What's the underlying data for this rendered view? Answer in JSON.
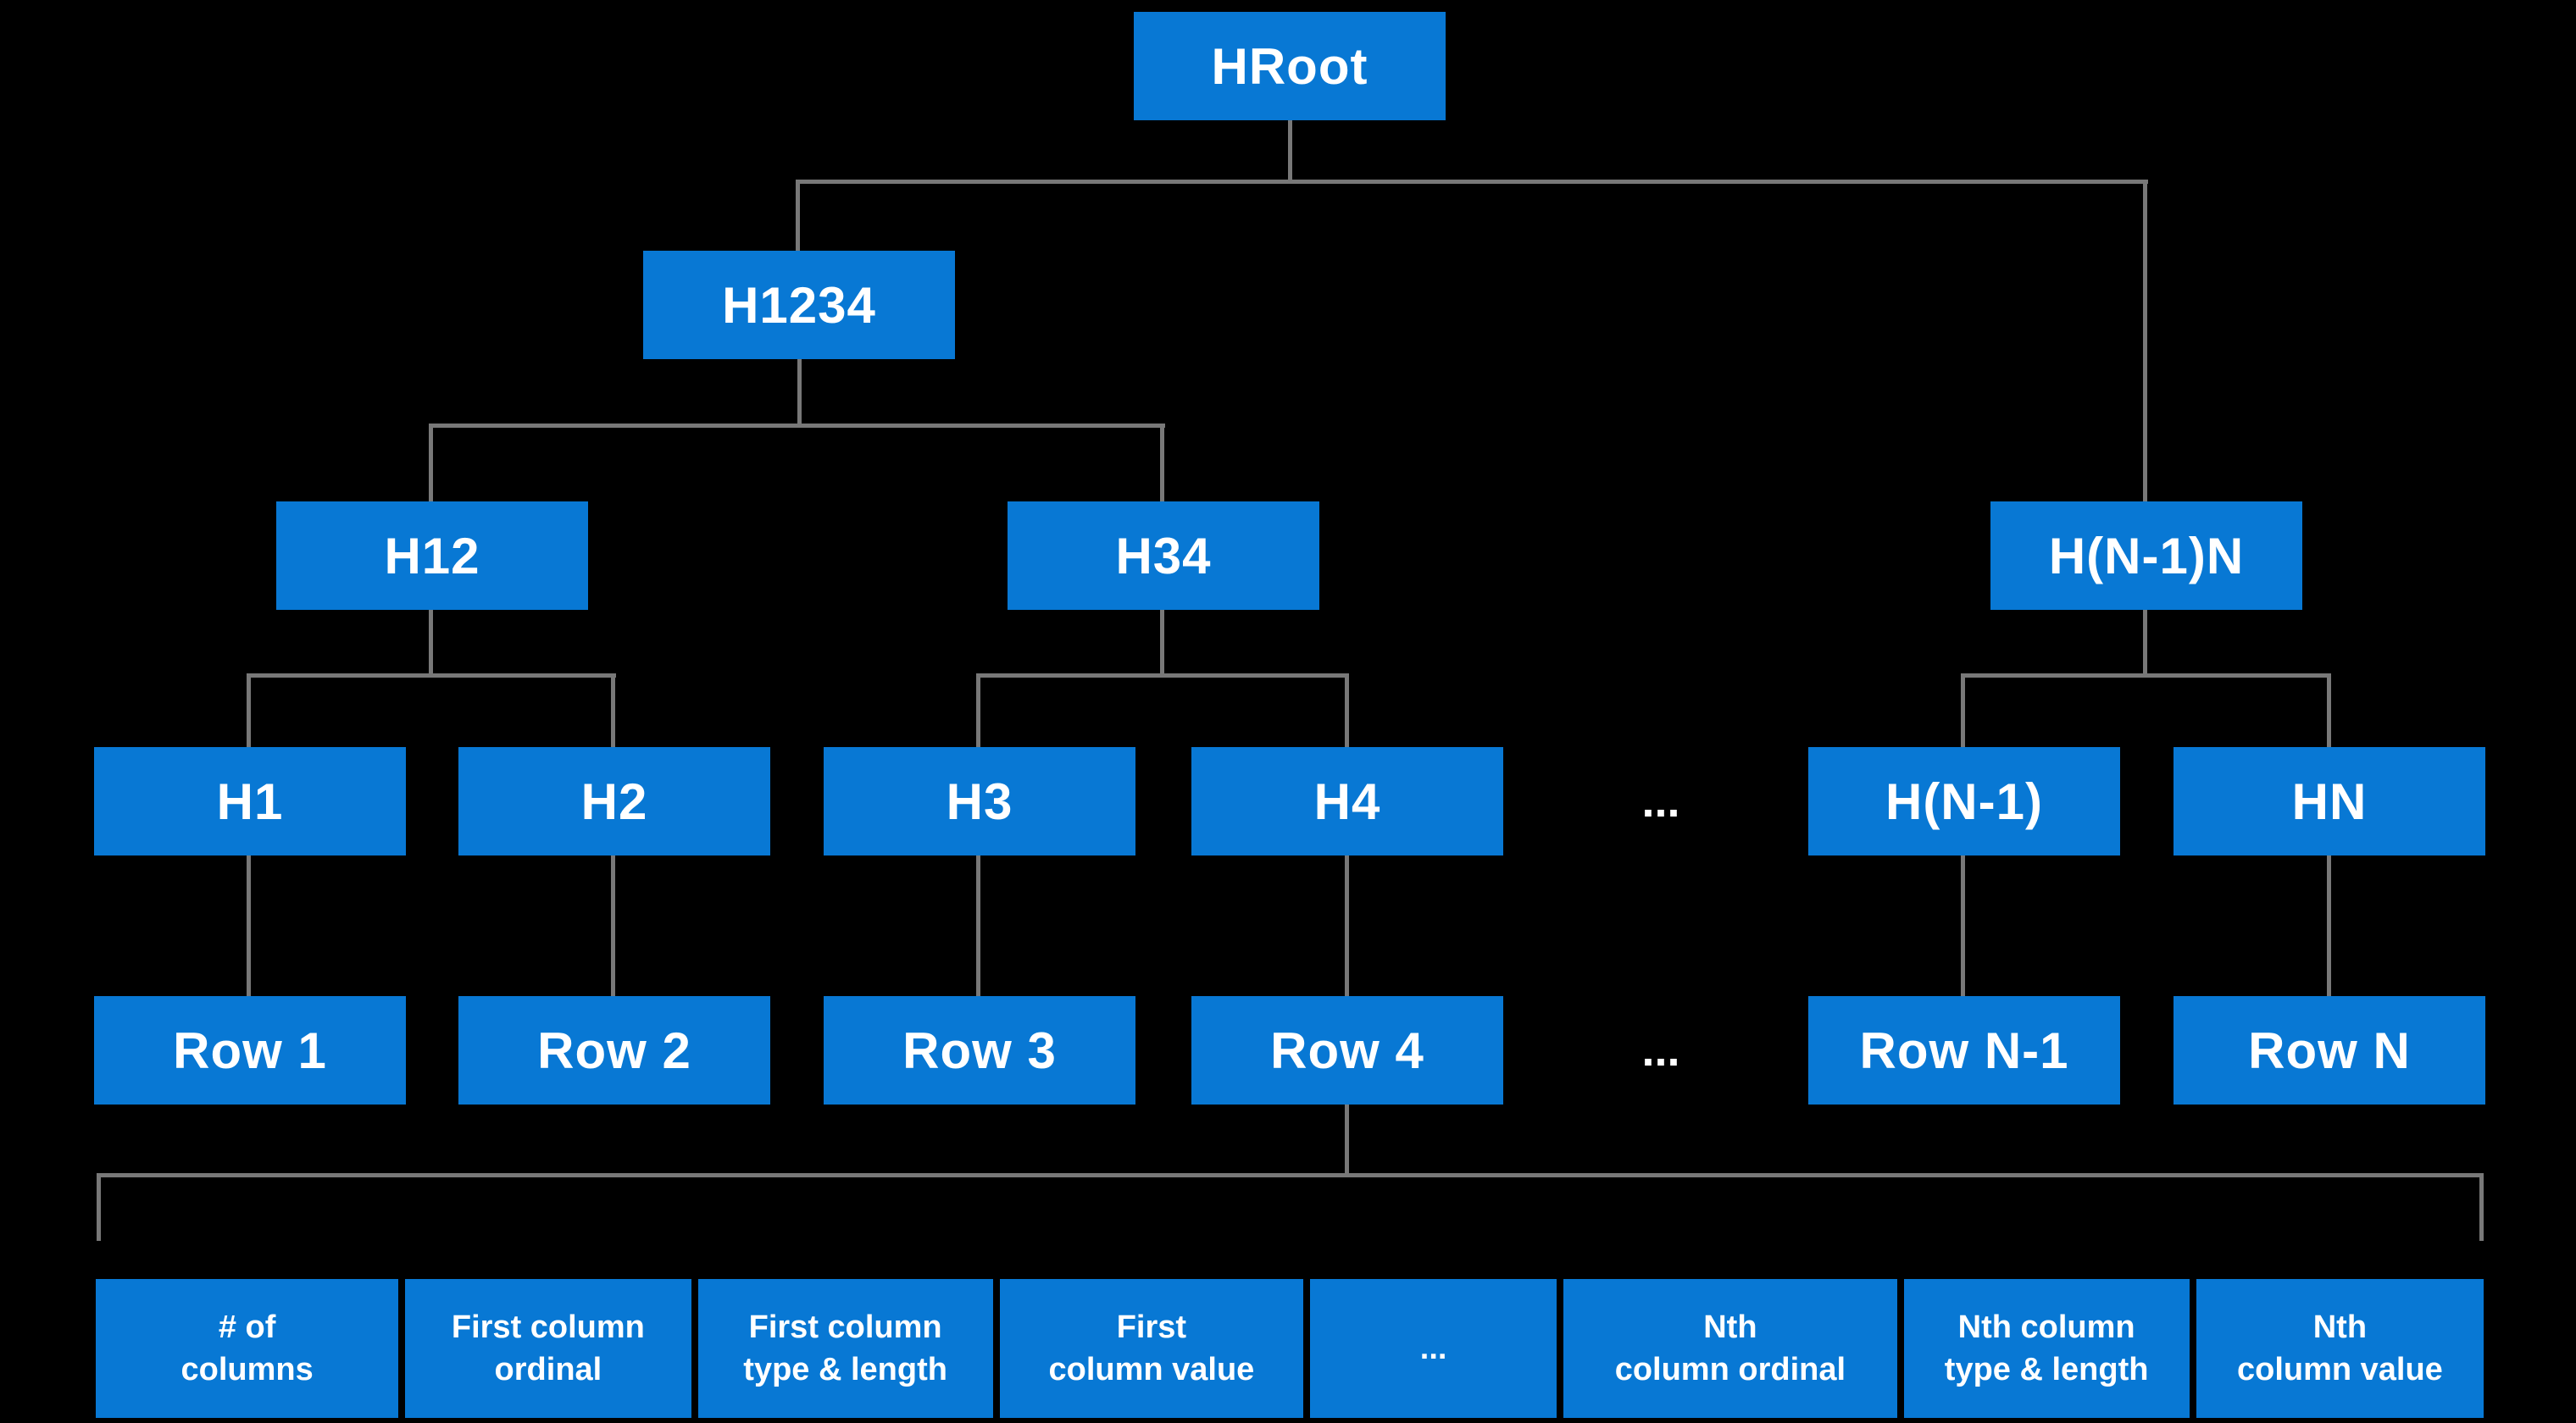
{
  "colors": {
    "background": "#000000",
    "node_fill": "#0878D4",
    "connector_gray": "#787878",
    "text": "#FFFFFF"
  },
  "tree": {
    "root": {
      "label": "HRoot"
    },
    "level1": [
      {
        "label": "H1234"
      }
    ],
    "level2": [
      {
        "label": "H12"
      },
      {
        "label": "H34"
      },
      {
        "label": "H(N-1)N"
      }
    ],
    "level3": [
      {
        "label": "H1"
      },
      {
        "label": "H2"
      },
      {
        "label": "H3"
      },
      {
        "label": "H4"
      },
      {
        "label": "H(N-1)"
      },
      {
        "label": "HN"
      }
    ],
    "ellipsis_hashes": "...",
    "level4": [
      {
        "label": "Row 1"
      },
      {
        "label": "Row 2"
      },
      {
        "label": "Row 3"
      },
      {
        "label": "Row 4"
      },
      {
        "label": "Row N-1"
      },
      {
        "label": "Row N"
      }
    ],
    "ellipsis_rows": "..."
  },
  "record": {
    "cells": [
      {
        "line1": "# of",
        "line2": "columns"
      },
      {
        "line1": "First column",
        "line2": "ordinal"
      },
      {
        "line1": "First column",
        "line2": "type & length"
      },
      {
        "line1": "First",
        "line2": "column value"
      },
      {
        "line1": "...",
        "line2": ""
      },
      {
        "line1": "Nth",
        "line2": "column ordinal"
      },
      {
        "line1": "Nth column",
        "line2": "type & length"
      },
      {
        "line1": "Nth",
        "line2": "column value"
      }
    ]
  }
}
